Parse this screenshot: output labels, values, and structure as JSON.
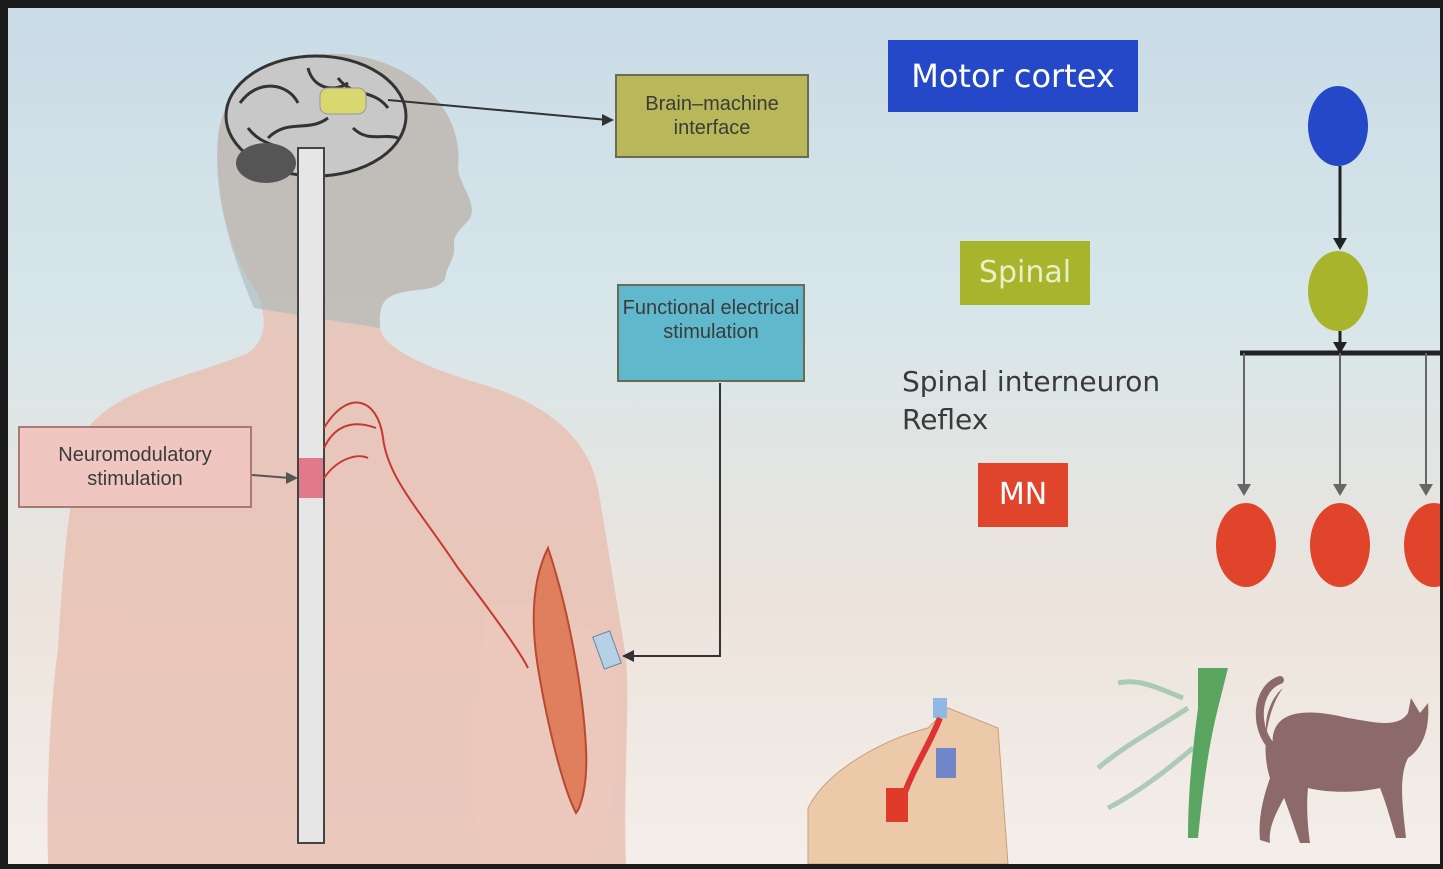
{
  "boxes": {
    "bmi": "Brain–machine interface",
    "fes": "Functional electrical stimulation",
    "nms": "Neuromodulatory stimulation"
  },
  "hierarchy": {
    "motor_cortex": "Motor cortex",
    "spinal": "Spinal",
    "interneuron_line1": "Spinal interneuron",
    "interneuron_line2": "Reflex",
    "mn": "MN"
  },
  "colors": {
    "blue": "#2448c8",
    "olive": "#a8b42c",
    "red": "#e0452c",
    "bmi_box": "#b8b85a",
    "fes_box": "#5fb8cc",
    "nms_box": "#f0c6c0"
  }
}
